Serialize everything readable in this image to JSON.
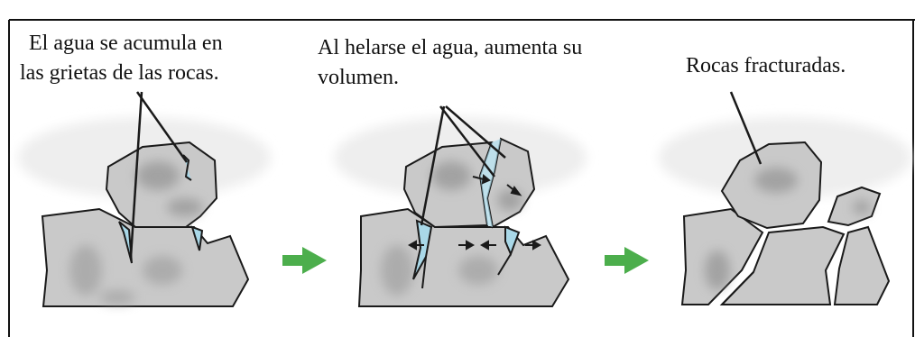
{
  "captions": {
    "step1_line1": "El agua se acumula en",
    "step1_line2": "las grietas de las rocas.",
    "step2_line1": "Al helarse el agua, aumenta su",
    "step2_line2": "volumen.",
    "step3_line1": "Rocas fracturadas."
  },
  "colors": {
    "rock": "#c9c9c9",
    "rock_shade": "#9a9a9a",
    "outline": "#1a1a1a",
    "ice": "#a9d8e8",
    "arrow": "#4cae4c",
    "border": "#111111"
  },
  "icons": [
    "arrow-right-icon",
    "arrow-right-icon"
  ]
}
